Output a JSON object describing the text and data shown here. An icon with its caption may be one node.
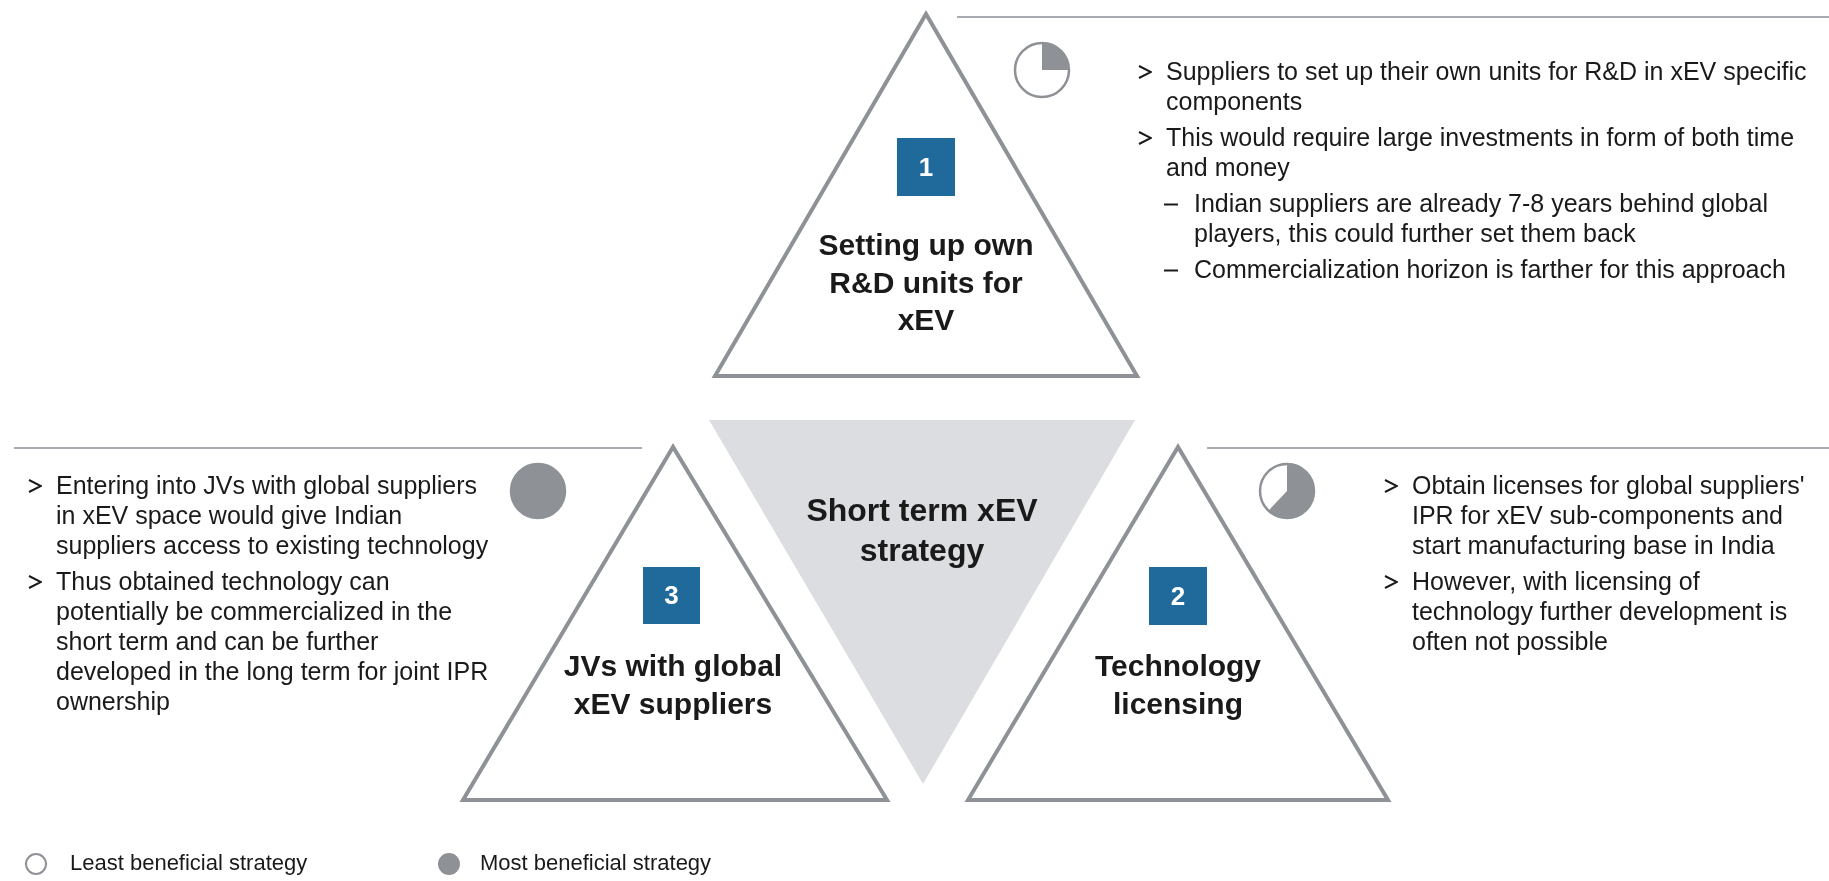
{
  "diagram": {
    "nodes": [
      {
        "text": [
          "1",
          "Setting up own R&D units for xEV"
        ],
        "beside": [
          "Suppliers to set up their own units for R&D in xEV specific components",
          "This would require large investments in form of both time and money",
          "Indian suppliers are already 7-8 years behind global players, this could further set them back",
          "Commercialization horizon is farther for this approach"
        ]
      },
      {
        "text": [
          "3",
          "JVs with global xEV suppliers"
        ],
        "beside": [
          "Entering into JVs with global suppliers in xEV space would give Indian suppliers access to existing technology",
          "Thus obtained technology can potentially be commercialized in the short term and can be further developed in the long term for joint IPR ownership"
        ]
      },
      {
        "text": [
          "Short term xEV strategy"
        ]
      },
      {
        "text": [
          "2",
          "Technology licensing"
        ],
        "beside": [
          "Obtain licenses for global suppliers' IPR for xEV sub-components and start manufacturing base in India",
          "However, with licensing of technology further development is often not possible"
        ]
      }
    ],
    "legend": [
      {
        "text": "Least beneficial strategy"
      },
      {
        "text": "Most beneficial strategy",
        "color": "#8e9196"
      }
    ]
  }
}
